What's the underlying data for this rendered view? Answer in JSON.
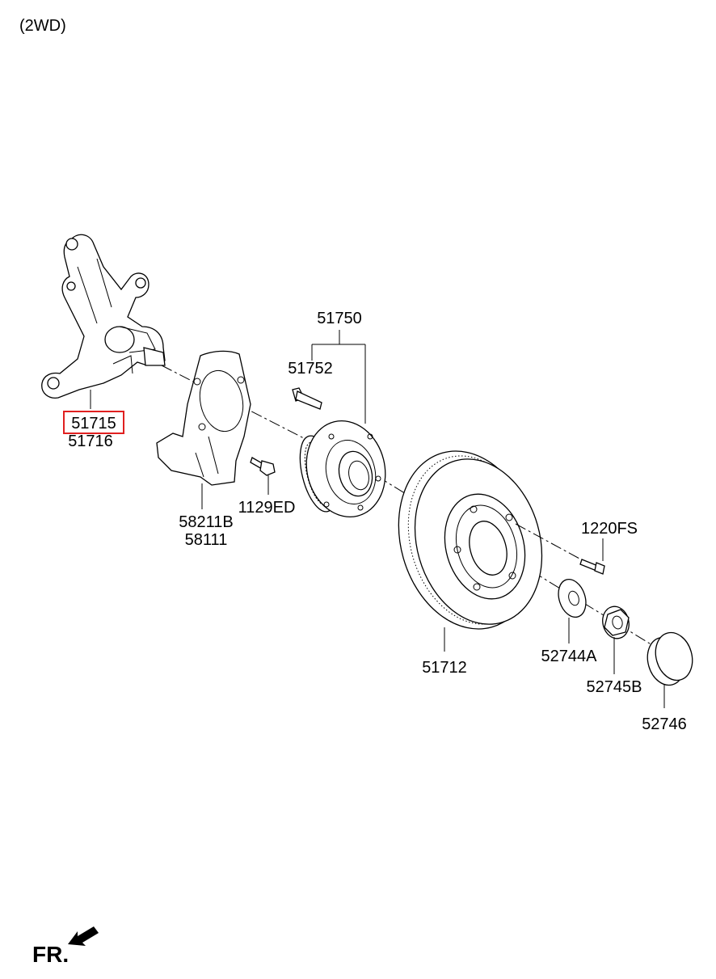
{
  "header": {
    "variant": "(2WD)"
  },
  "direction": {
    "label": "FR."
  },
  "highlight_color": "#e02020",
  "parts": {
    "p51715": "51715",
    "p51716": "51716",
    "p58211B": "58211B",
    "p58111": "58111",
    "p1129ED": "1129ED",
    "p51750": "51750",
    "p51752": "51752",
    "p51712": "51712",
    "p1220FS": "1220FS",
    "p52744A": "52744A",
    "p52745B": "52745B",
    "p52746": "52746"
  }
}
